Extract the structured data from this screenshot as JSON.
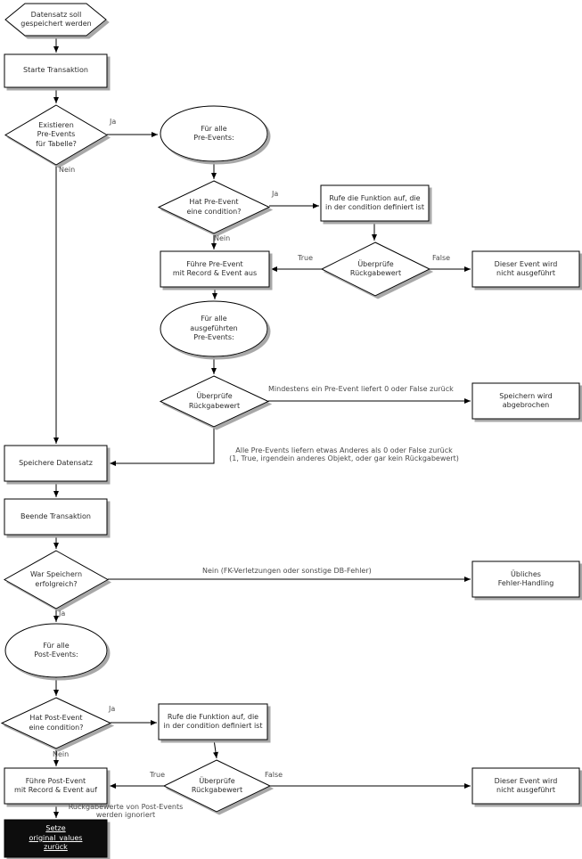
{
  "diagram": {
    "type": "flowchart",
    "language": "de",
    "topic": "Datensatz speichern: Pre-Events und Post-Events Ablauf"
  },
  "colors": {
    "node_fill": "#ffffff",
    "node_stroke": "#000000",
    "shadow": "#a8a8a8",
    "dark_node_fill": "#0a0a0a",
    "dark_node_text": "#ffffff",
    "node_text": "#2b2b2b",
    "edge_label_text": "#4a4a4a"
  },
  "nodes": {
    "start": {
      "shape": "hexagon",
      "label": "Datensatz soll\ngespeichert werden"
    },
    "starte_transaktion": {
      "shape": "rect",
      "label": "Starte Transaktion"
    },
    "existieren_pre_events": {
      "shape": "diamond",
      "label": "Existieren\nPre-Events\nfür Tabelle?"
    },
    "fuer_alle_pre_events": {
      "shape": "ellipse",
      "label": "Für alle\nPre-Events:"
    },
    "hat_pre_event_condition": {
      "shape": "diamond",
      "label": "Hat Pre-Event\neine condition?"
    },
    "rufe_funktion_pre": {
      "shape": "rect",
      "label": "Rufe die Funktion auf, die\nin der condition definiert ist"
    },
    "ueberpruefe_rueckgabewert_1": {
      "shape": "diamond",
      "label": "Überprüfe\nRückgabewert"
    },
    "event_nicht_ausgefuehrt_1": {
      "shape": "rect",
      "label": "Dieser Event wird\nnicht ausgeführt"
    },
    "fuehre_pre_event": {
      "shape": "rect",
      "label": "Führe Pre-Event\nmit Record & Event aus"
    },
    "fuer_alle_ausgefuehrten_pre_events": {
      "shape": "ellipse",
      "label": "Für alle\nausgeführten\nPre-Events:"
    },
    "ueberpruefe_rueckgabewert_2": {
      "shape": "diamond",
      "label": "Überprüfe\nRückgabewert"
    },
    "speichern_wird_abgebrochen": {
      "shape": "rect",
      "label": "Speichern wird\nabgebrochen"
    },
    "speichere_datensatz": {
      "shape": "rect",
      "label": "Speichere Datensatz"
    },
    "beende_transaktion": {
      "shape": "rect",
      "label": "Beende Transaktion"
    },
    "war_speichern_erfolgreich": {
      "shape": "diamond",
      "label": "War Speichern\nerfolgreich?"
    },
    "uebliches_fehler_handling": {
      "shape": "rect",
      "label": "Übliches\nFehler-Handling"
    },
    "fuer_alle_post_events": {
      "shape": "ellipse",
      "label": "Für alle\nPost-Events:"
    },
    "hat_post_event_condition": {
      "shape": "diamond",
      "label": "Hat Post-Event\neine condition?"
    },
    "rufe_funktion_post": {
      "shape": "rect",
      "label": "Rufe die Funktion auf, die\nin der condition definiert ist"
    },
    "ueberpruefe_rueckgabewert_3": {
      "shape": "diamond",
      "label": "Überprüfe\nRückgabewert"
    },
    "event_nicht_ausgefuehrt_2": {
      "shape": "rect",
      "label": "Dieser Event wird\nnicht ausgeführt"
    },
    "fuehre_post_event": {
      "shape": "rect",
      "label": "Führe Post-Event\nmit Record & Event auf"
    },
    "setze_original_values": {
      "shape": "rect-dark",
      "label": "Setze\noriginal_values\nzurück"
    }
  },
  "edge_labels": {
    "ja_existieren": "Ja",
    "nein_existieren": "Nein",
    "ja_pre_condition": "Ja",
    "nein_pre_condition": "Nein",
    "true_pre": "True",
    "false_pre": "False",
    "mindestens_ein": "Mindestens ein Pre-Event liefert 0 oder False zurück",
    "alle_pre_events": "Alle Pre-Events liefern etwas Anderes als 0 oder False zurück\n(1, True, irgendein anderes Objekt, oder gar kein Rückgabewert)",
    "nein_fk": "Nein (FK-Verletzungen oder sonstige DB-Fehler)",
    "ja_speichern": "Ja",
    "ja_post_condition": "Ja",
    "nein_post_condition": "Nein",
    "true_post": "True",
    "false_post": "False",
    "rueckgabewerte_ignoriert": "Rückgabewerte von Post-Events\nwerden ignoriert"
  }
}
